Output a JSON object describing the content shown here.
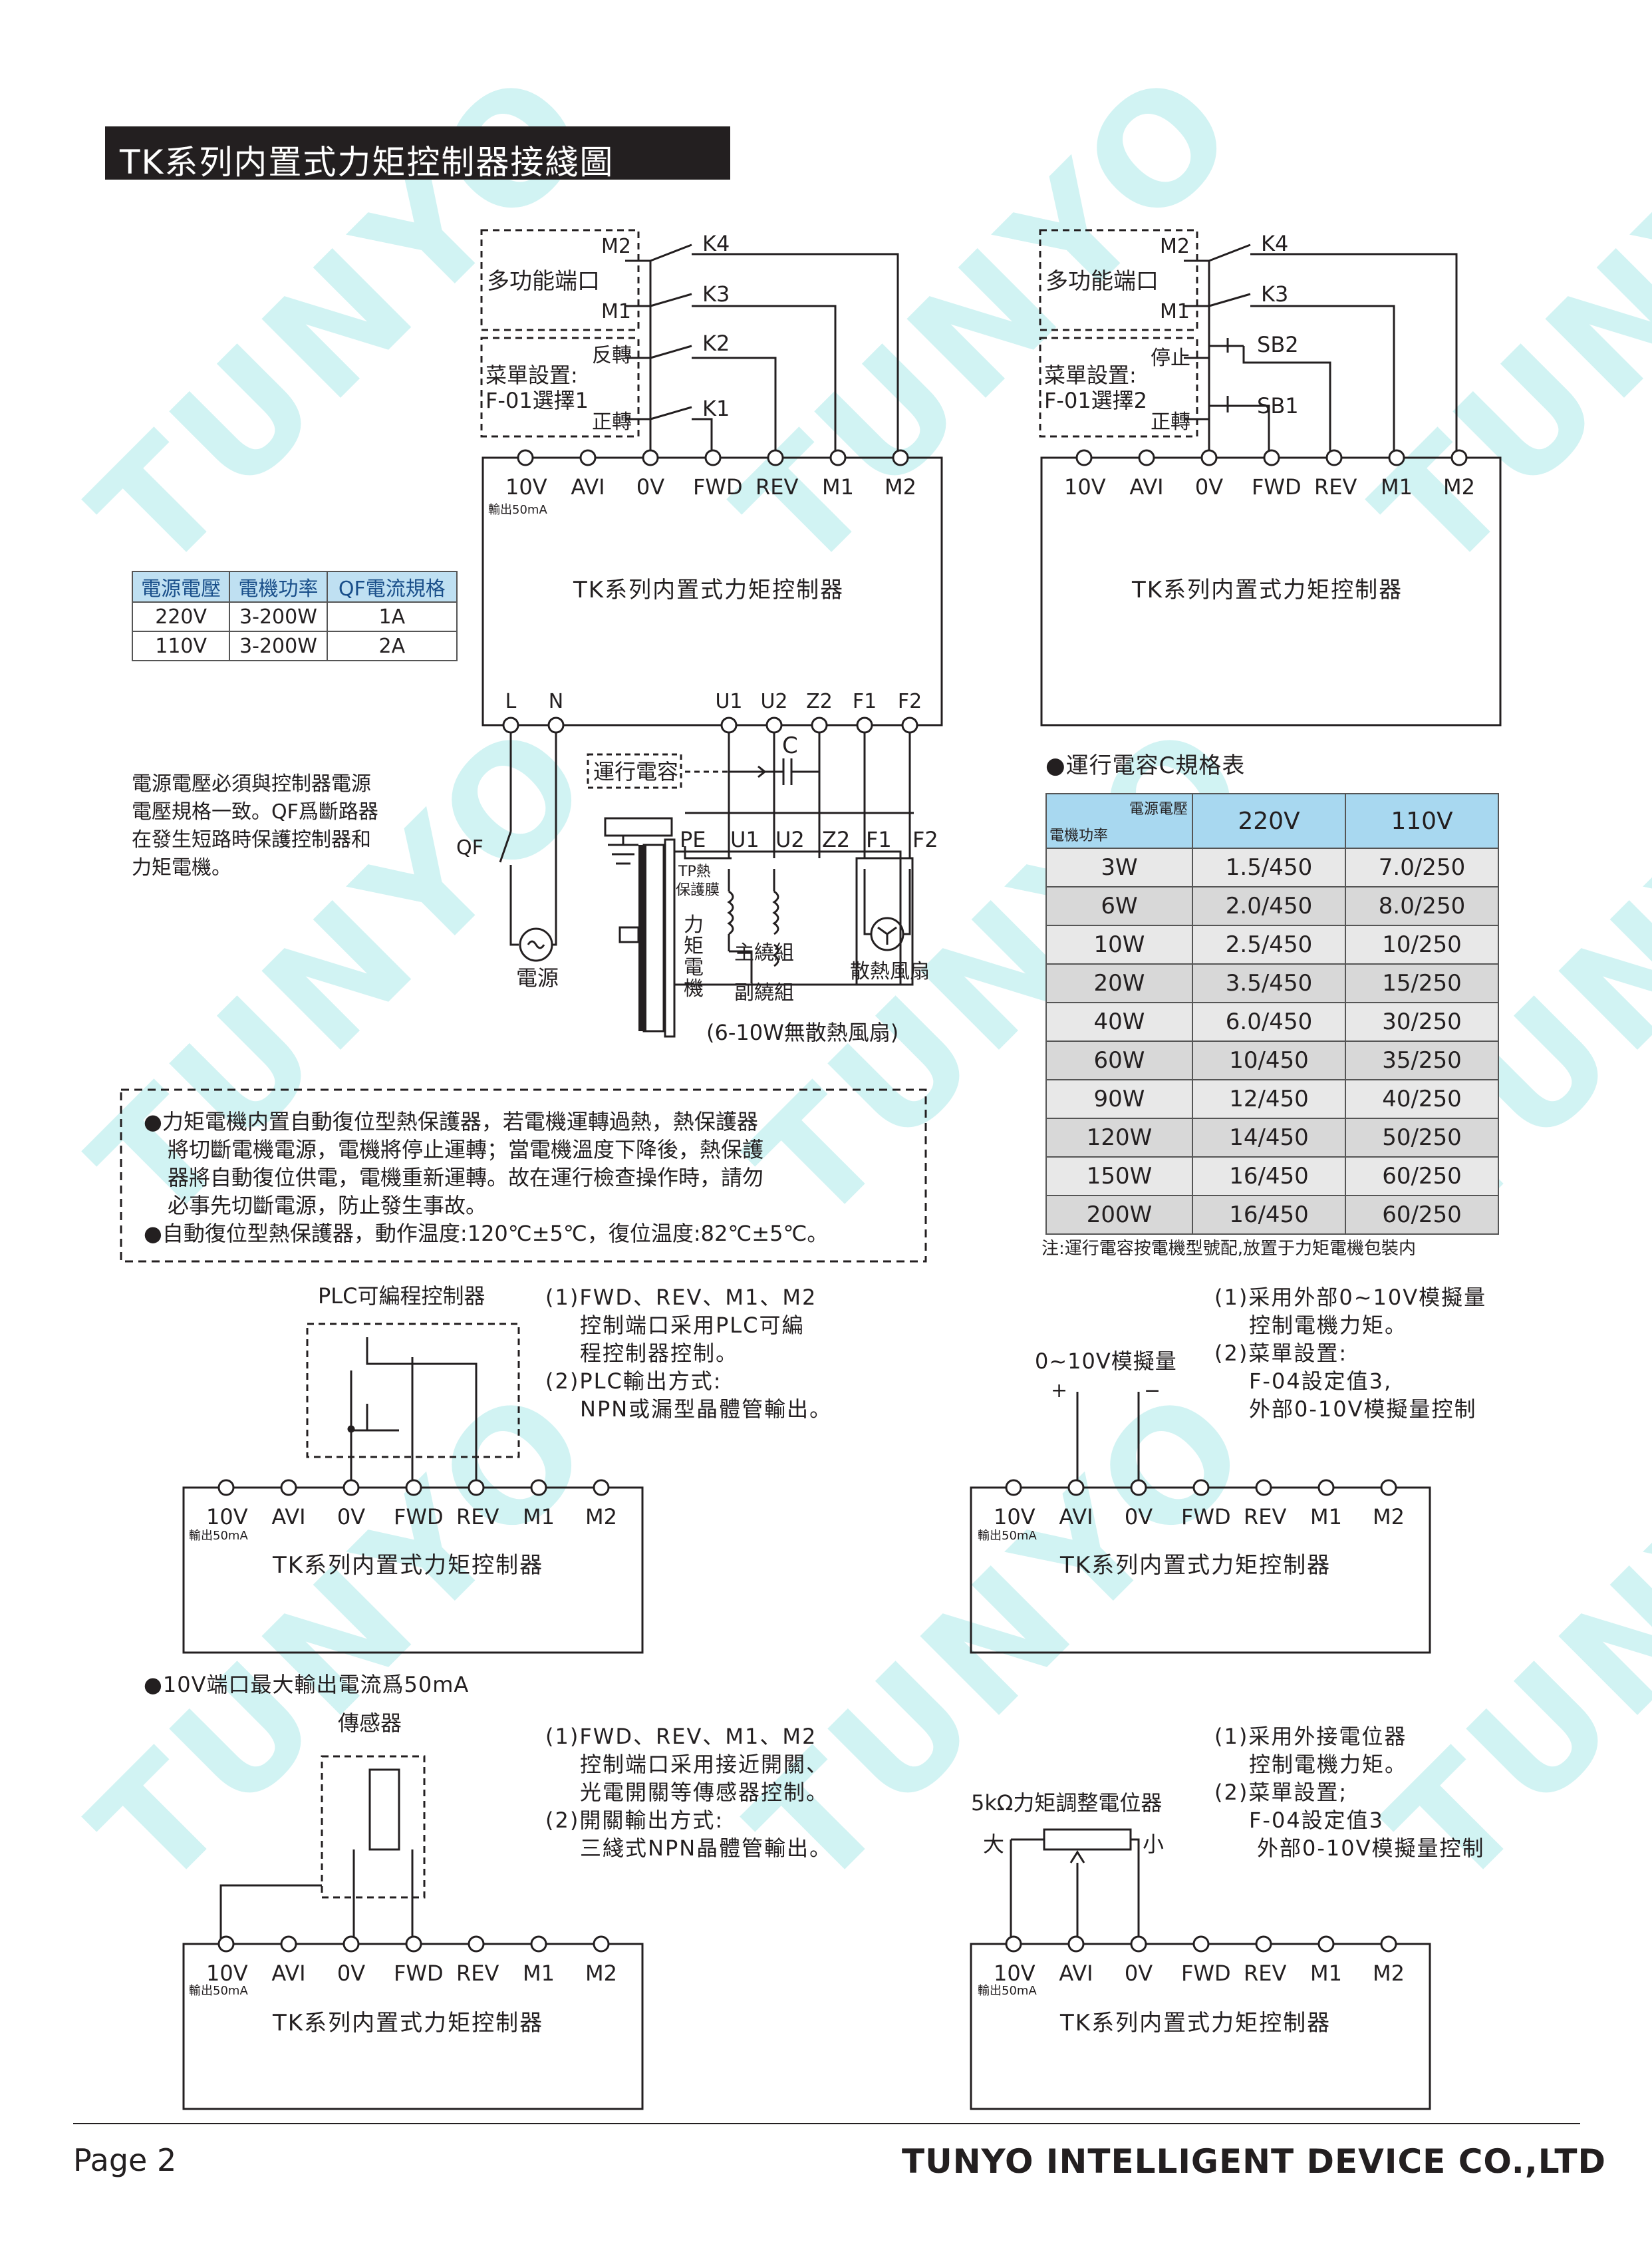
{
  "title": "TK系列内置式力矩控制器接綫圖",
  "watermark": "TUNYO",
  "controller_name": "TK系列内置式力矩控制器",
  "terminals": [
    "10V",
    "AVI",
    "0V",
    "FWD",
    "REV",
    "M1",
    "M2"
  ],
  "out_50ma": "輸出50mA",
  "power_terminals": [
    "L",
    "N",
    "U1",
    "U2",
    "Z2",
    "F1",
    "F2"
  ],
  "top_left": {
    "multi_port": "多功能端口",
    "m2": "M2",
    "m1": "M1",
    "menu_lines": [
      "菜單設置:",
      "F-01選擇1"
    ],
    "rev": "反轉",
    "fwd": "正轉",
    "switches": [
      "K4",
      "K3",
      "K2",
      "K1"
    ]
  },
  "top_right": {
    "multi_port": "多功能端口",
    "m2": "M2",
    "m1": "M1",
    "menu_lines": [
      "菜單設置:",
      "F-01選擇2"
    ],
    "stop": "停止",
    "fwd": "正轉",
    "switches": [
      "K4",
      "K3",
      "SB2",
      "SB1"
    ]
  },
  "qf_table": {
    "headers": [
      "電源電壓",
      "電機功率",
      "QF電流規格"
    ],
    "rows": [
      [
        "220V",
        "3-200W",
        "1A"
      ],
      [
        "110V",
        "3-200W",
        "2A"
      ]
    ]
  },
  "power_note": [
    "電源電壓必須與控制器電源",
    "電壓規格一致。QF爲斷路器",
    "在發生短路時保護控制器和",
    "力矩電機。"
  ],
  "motor_labels": {
    "qf": "QF",
    "source": "電源",
    "run_cap": "運行電容",
    "c": "C",
    "pe": "PE",
    "motor_terms": [
      "U1",
      "U2",
      "Z2",
      "F1",
      "F2"
    ],
    "tp": [
      "TP熱",
      "保護膜"
    ],
    "motor": [
      "力",
      "矩",
      "電",
      "機"
    ],
    "main_winding": "主繞組",
    "aux_winding": "副繞組",
    "fan": "散熱風扇",
    "no_fan": "(6-10W無散熱風扇)"
  },
  "warning_box": [
    "●力矩電機内置自動復位型熱保護器，若電機運轉過熱，熱保護器",
    "將切斷電機電源，電機將停止運轉；當電機溫度下降後，熱保護",
    "器將自動復位供電，電機重新運轉。故在運行檢查操作時，請勿",
    "必事先切斷電源，防止發生事故。",
    "●自動復位型熱保護器，動作温度:120℃±5℃，復位温度:82℃±5℃。"
  ],
  "cap_table": {
    "title": "●運行電容C規格表",
    "corner_top": "電源電壓",
    "corner_bottom": "電機功率",
    "headers": [
      "220V",
      "110V"
    ],
    "rows": [
      [
        "3W",
        "1.5/450",
        "7.0/250"
      ],
      [
        "6W",
        "2.0/450",
        "8.0/250"
      ],
      [
        "10W",
        "2.5/450",
        "10/250"
      ],
      [
        "20W",
        "3.5/450",
        "15/250"
      ],
      [
        "40W",
        "6.0/450",
        "30/250"
      ],
      [
        "60W",
        "10/450",
        "35/250"
      ],
      [
        "90W",
        "12/450",
        "40/250"
      ],
      [
        "120W",
        "14/450",
        "50/250"
      ],
      [
        "150W",
        "16/450",
        "60/250"
      ],
      [
        "200W",
        "16/450",
        "60/250"
      ]
    ],
    "note": "注:運行電容按電機型號配,放置于力矩電機包裝内"
  },
  "plc": {
    "label": "PLC可編程控制器",
    "notes": [
      "(1)FWD、REV、M1、M2",
      "控制端口采用PLC可編",
      "程控制器控制。",
      "(2)PLC輸出方式:",
      "NPN或漏型晶體管輸出。"
    ]
  },
  "analog": {
    "label": "0~10V模擬量",
    "plus": "+",
    "minus": "−",
    "notes": [
      "(1)采用外部0~10V模擬量",
      "控制電機力矩。",
      "(2)菜單設置:",
      "F-04設定值3,",
      "外部0-10V模擬量控制"
    ]
  },
  "note_10v": "●10V端口最大輸出電流爲50mA",
  "sensor": {
    "label": "傳感器",
    "notes": [
      "(1)FWD、REV、M1、M2",
      "控制端口采用接近開關、",
      "光電開關等傳感器控制。",
      "(2)開關輸出方式:",
      "三綫式NPN晶體管輸出。"
    ]
  },
  "pot": {
    "label": "5kΩ力矩調整電位器",
    "big": "大",
    "small": "小",
    "notes": [
      "(1)采用外接電位器",
      "控制電機力矩。",
      "(2)菜單設置;",
      "F-04設定值3",
      "外部0-10V模擬量控制"
    ]
  },
  "footer": {
    "page": "Page 2",
    "company": "TUNYO INTELLIGENT DEVICE CO.,LTD"
  }
}
